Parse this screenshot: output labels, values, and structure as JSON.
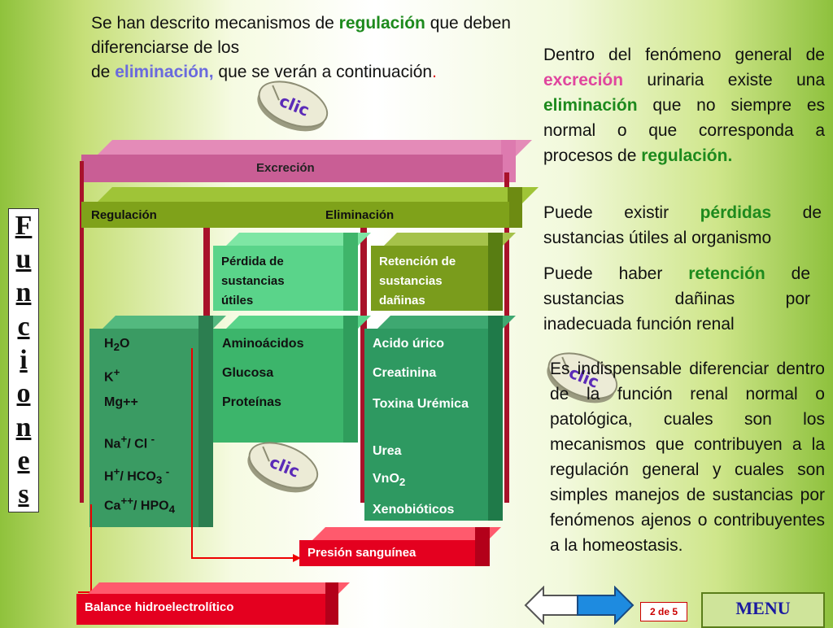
{
  "header": {
    "line1_a": "Se han descrito mecanismos de ",
    "line1_kw": "regulación",
    "line1_b": "  que deben diferenciarse de los",
    "line2_a": "de ",
    "line2_kw": "eliminación,",
    "line2_b": " que se verán a continuación",
    "line2_dot": "."
  },
  "vertical_title": [
    "F",
    "u",
    "n",
    "c",
    "i",
    "o",
    "n",
    "e",
    "s"
  ],
  "right_text": {
    "p1_a": "Dentro del fenómeno general de ",
    "p1_kw1": "excreción",
    "p1_b": " urinaria existe una ",
    "p1_kw2": "eliminación",
    "p1_c": " que no siempre es normal o que corresponda a procesos de ",
    "p1_kw3": "regulación.",
    "p2_a": "Puede existir ",
    "p2_kw": "pérdidas",
    "p2_b": " de sustancias útiles al organismo",
    "p3_a": "Puede haber ",
    "p3_kw": "retención",
    "p3_b": " de sustancias dañinas por inadecuada función renal",
    "p4": "Es indispensable diferenciar dentro de la función renal normal o patológica, cuales son los mecanismos que contribuyen a la regulación general y cuales son simples manejos de sustancias por fenómenos ajenos o contribuyentes a la homeostasis."
  },
  "diagram": {
    "excrecion": "Excreción",
    "regulacion": "Regulación",
    "eliminacion": "Eliminación",
    "perdida": [
      "Pérdida de",
      "sustancias",
      "útiles"
    ],
    "retencion": [
      "Retención de",
      "sustancias",
      "dañinas"
    ],
    "col1": [
      "H2O",
      "K+",
      "Mg++",
      "Na+/ Cl -",
      "H+/ HCO3 -",
      "Ca++/ HPO4"
    ],
    "col2": [
      "Aminoácidos",
      "Glucosa",
      "Proteínas"
    ],
    "col3": [
      "Acido úrico",
      "Creatinina",
      "Toxina Urémica",
      "Urea",
      "VnO2",
      "Xenobióticos"
    ],
    "presion": "Presión sanguínea",
    "balance": "Balance hidroelectrolítico"
  },
  "mouse_label": "clic",
  "nav": {
    "page": "2 de 5",
    "menu": "MENU"
  },
  "colors": {
    "excrecion": "#c95e95",
    "regulacion_bar": "#7fa21a",
    "box_green": "#3a9b63",
    "red_box": "#e4001f",
    "vbar": "#a8122a"
  }
}
